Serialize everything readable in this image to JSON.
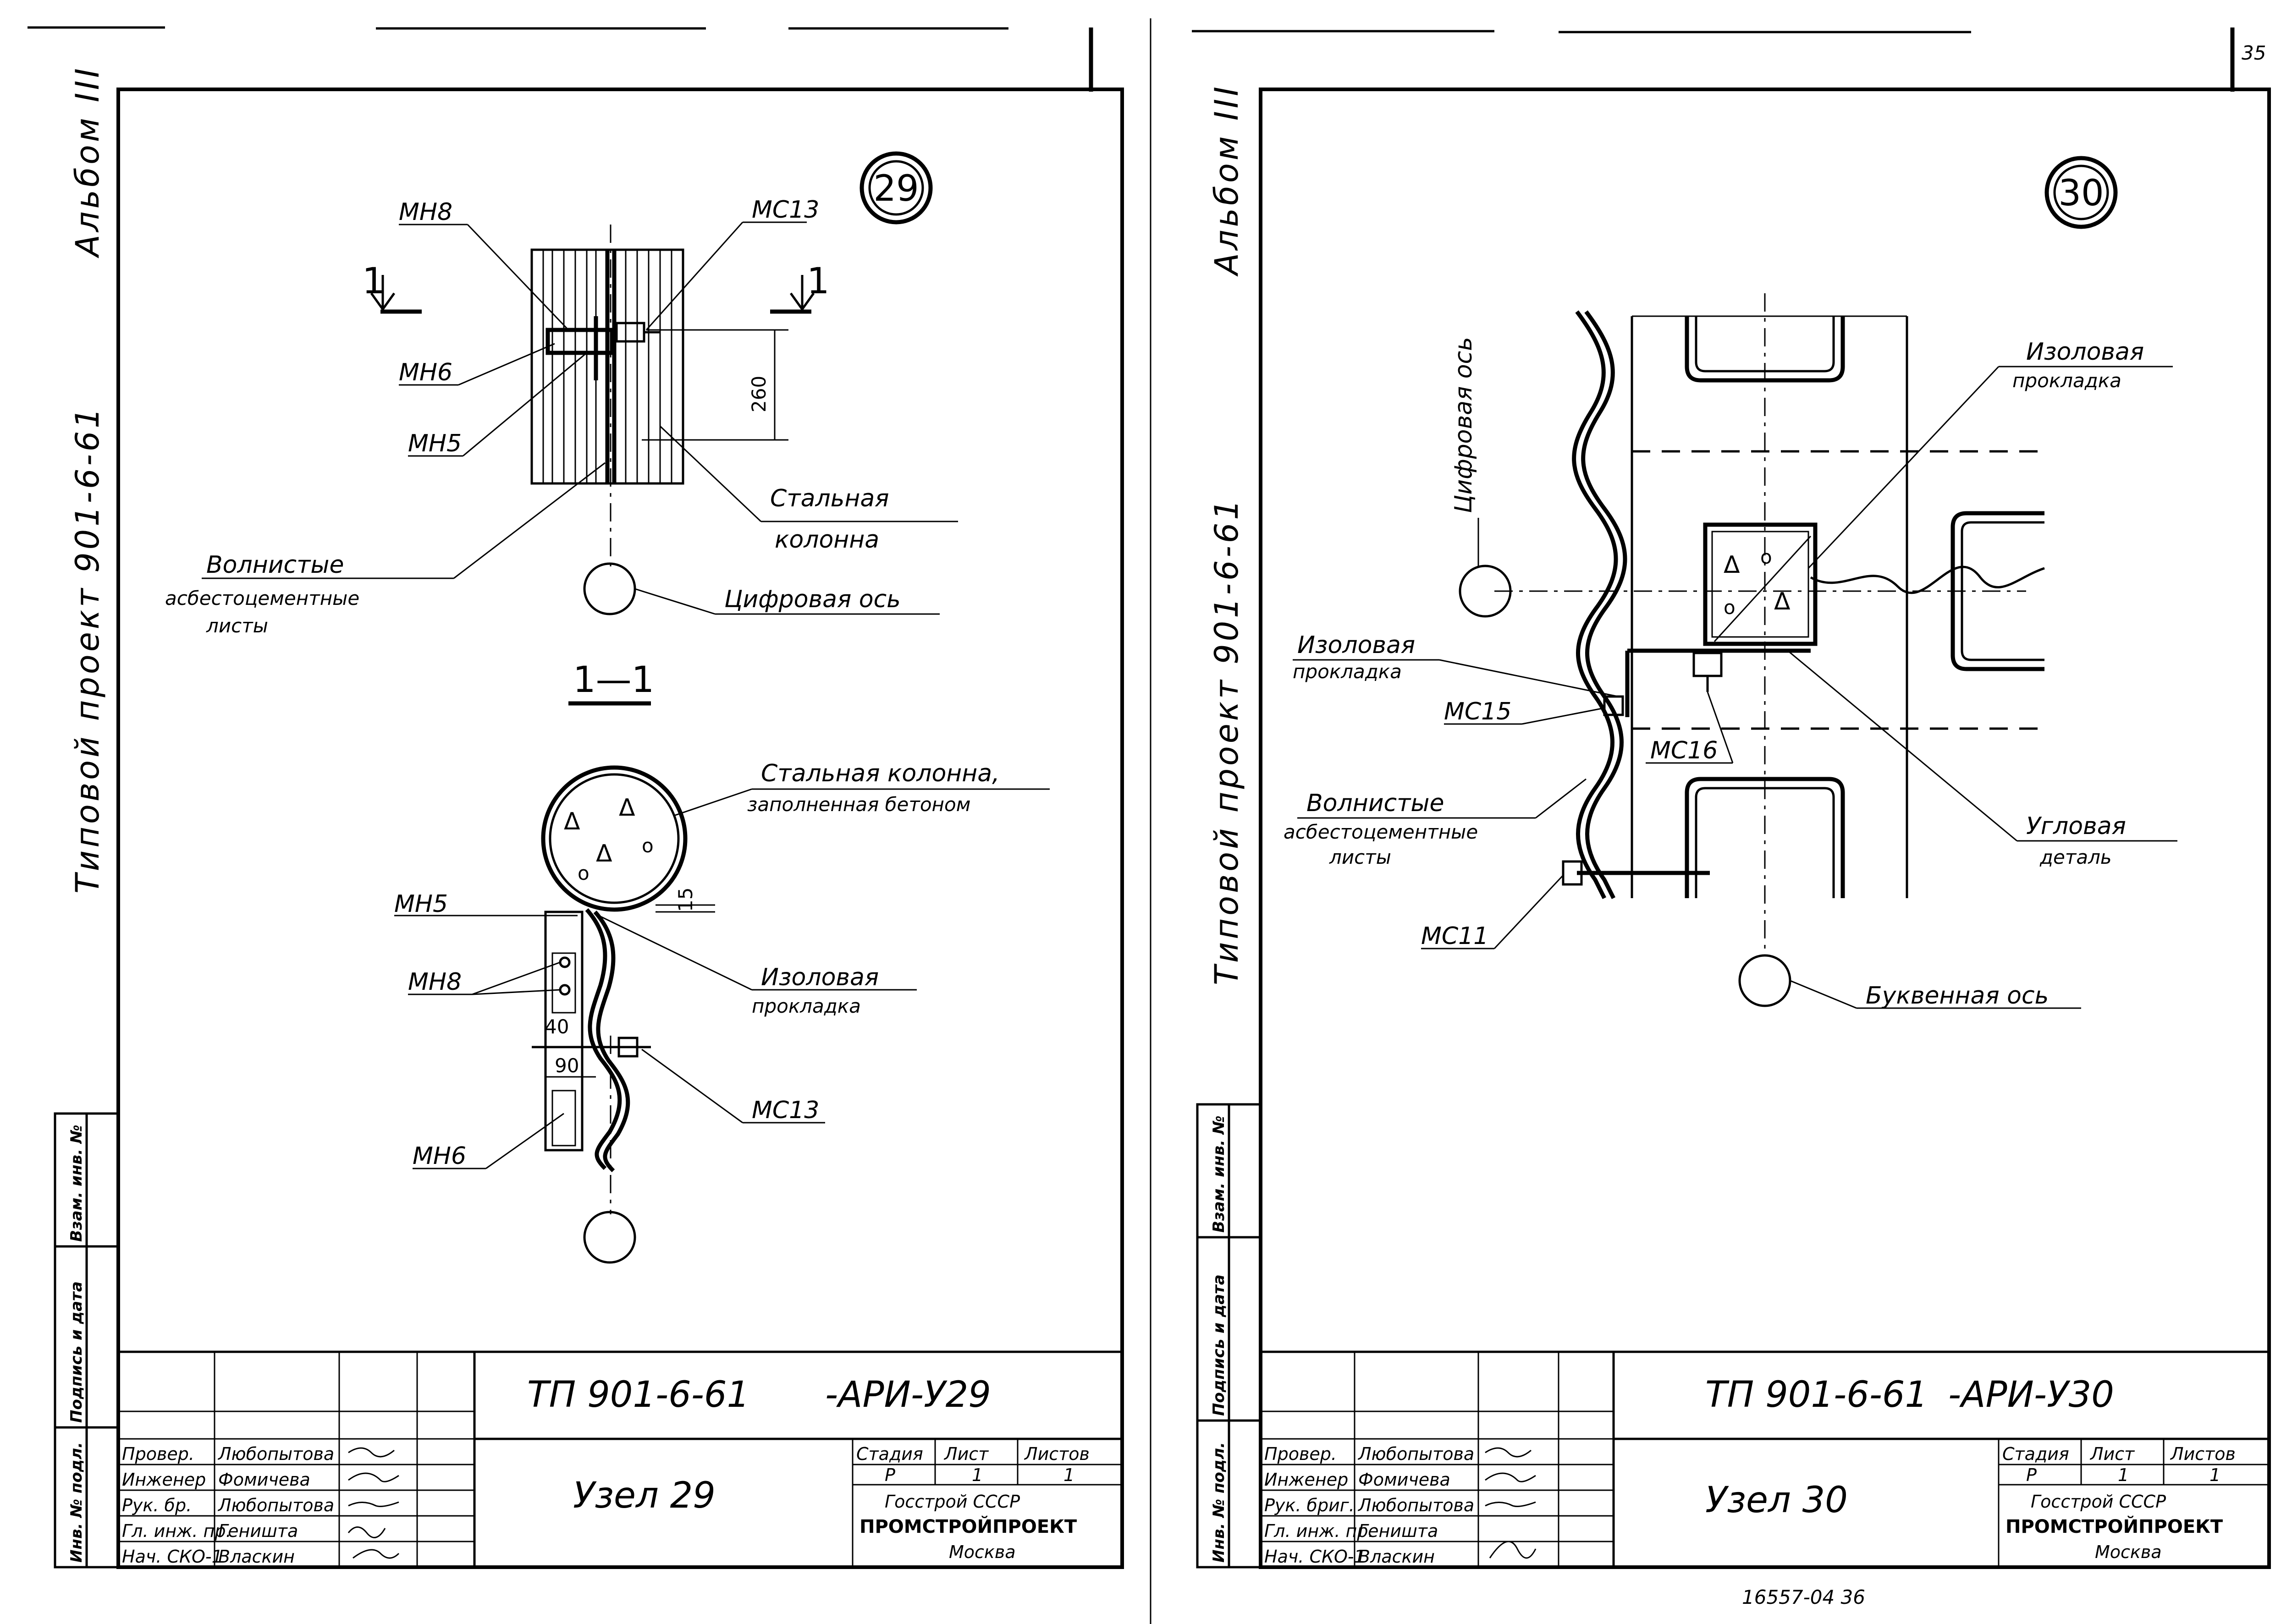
{
  "page_corner": "35",
  "left_sheet": {
    "side_title_album": "Альбом III",
    "side_title_project": "Типовой проект 901-6-61",
    "side_stamp": [
      "Инв. № подл.",
      "Подпись и дата",
      "Взам. инв. №"
    ],
    "node_number": "29",
    "callouts": {
      "mn8": "МН8",
      "mn6": "МН6",
      "mn5": "МН5",
      "mc13": "МС13",
      "section_1a": "1",
      "section_1b": "1",
      "dim_260": "260",
      "steel_column_1": "Стальная",
      "steel_column_2": "колонна",
      "wavy_1": "Волнистые",
      "wavy_2": "асбестоцементные",
      "wavy_3": "листы",
      "digital_axis": "Цифровая ось"
    },
    "section_title": "1—1",
    "section_callouts": {
      "steel_filled_1": "Стальная колонна,",
      "steel_filled_2": "заполненная бетоном",
      "mn5": "МН5",
      "dim_15": "15",
      "mn8": "МН8",
      "izol_1": "Изоловая",
      "izol_2": "прокладка",
      "dim_40": "40",
      "dim_90": "90",
      "mc13": "МС13",
      "mn6": "МН6"
    },
    "title_block": {
      "code": "ТП 901-6-61",
      "code_suffix": "-АРИ-У29",
      "roles": [
        "Провер.",
        "Инженер",
        "Рук. бр.",
        "Гл. инж. пр.",
        "Нач. СКО-1"
      ],
      "names": [
        "Любопытова",
        "Фомичева",
        "Любопытова",
        "Геништа",
        "Власкин"
      ],
      "drawing_name": "Узел 29",
      "stage_h": "Стадия",
      "sheet_h": "Лист",
      "sheets_h": "Листов",
      "stage_v": "Р",
      "sheet_v": "1",
      "sheets_v": "1",
      "org_1": "Госстрой СССР",
      "org_2": "ПРОМСТРОЙПРОЕКТ",
      "org_3": "Москва"
    }
  },
  "right_sheet": {
    "side_title_album": "Альбом III",
    "side_title_project": "Типовой проект 901-6-61",
    "side_stamp": [
      "Инв. № подл.",
      "Подпись и дата",
      "Взам. инв. №"
    ],
    "node_number": "30",
    "callouts": {
      "digital_axis": "Цифровая ось",
      "izol_top_1": "Изоловая",
      "izol_top_2": "прокладка",
      "izol_left_1": "Изоловая",
      "izol_left_2": "прокладка",
      "mc15": "МС15",
      "mc16": "МС16",
      "wavy_1": "Волнистые",
      "wavy_2": "асбестоцементные",
      "wavy_3": "листы",
      "corner_1": "Угловая",
      "corner_2": "деталь",
      "mc11": "МС11",
      "letter_axis": "Буквенная ось"
    },
    "title_block": {
      "code": "ТП 901-6-61",
      "code_suffix": "-АРИ-У30",
      "roles": [
        "Провер.",
        "Инженер",
        "Рук. бриг.",
        "Гл. инж. пр.",
        "Нач. СКО-1"
      ],
      "names": [
        "Любопытова",
        "Фомичева",
        "Любопытова",
        "Геништа",
        "Власкин"
      ],
      "drawing_name": "Узел 30",
      "stage_h": "Стадия",
      "sheet_h": "Лист",
      "sheets_h": "Листов",
      "stage_v": "Р",
      "sheet_v": "1",
      "sheets_v": "1",
      "org_1": "Госстрой СССР",
      "org_2": "ПРОМСТРОЙПРОЕКТ",
      "org_3": "Москва"
    },
    "archive_number": "16557-04   36"
  }
}
